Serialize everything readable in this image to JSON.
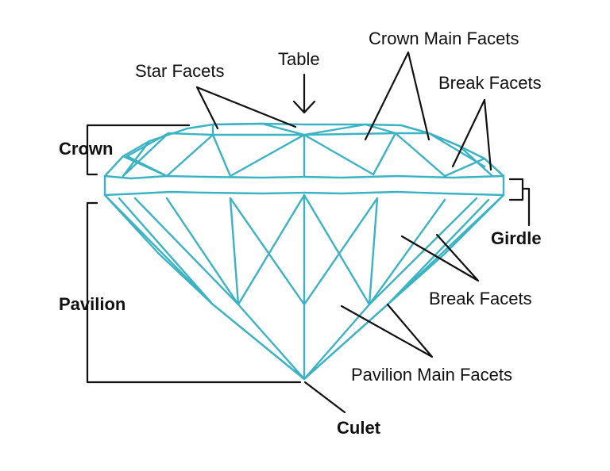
{
  "labels": {
    "star_facets": "Star Facets",
    "table": "Table",
    "crown_main_facets": "Crown Main Facets",
    "break_facets_top": "Break Facets",
    "crown": "Crown",
    "girdle": "Girdle",
    "pavilion": "Pavilion",
    "break_facets_bottom": "Break Facets",
    "pavilion_main_facets": "Pavilion Main Facets",
    "culet": "Culet"
  },
  "colors": {
    "diamond_stroke": "#3bb3c3",
    "leader_stroke": "#111111",
    "background": "#ffffff"
  }
}
